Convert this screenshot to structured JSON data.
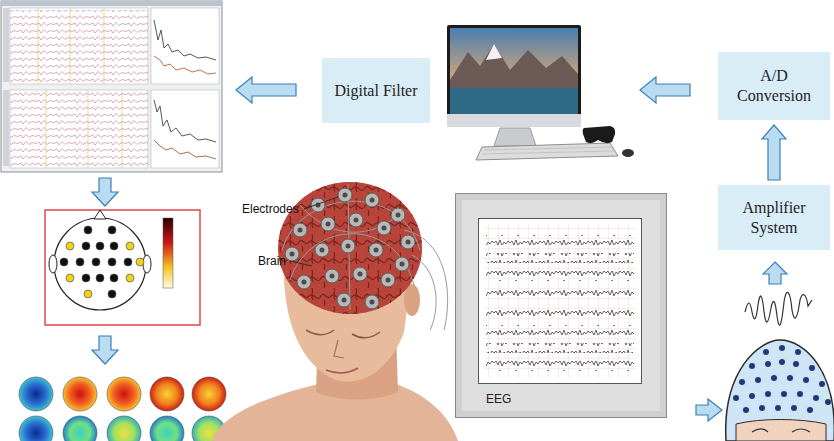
{
  "diagram": {
    "nodes": [
      {
        "text": [
          "Digital Filter"
        ]
      },
      {
        "text": [
          "A/D Conversion"
        ]
      },
      {
        "text": [
          "Amplifier System"
        ]
      },
      {
        "text": [
          "EEG"
        ]
      }
    ],
    "edges": [
      {
        "from": 2,
        "to": 1,
        "arrow": "to"
      }
    ],
    "labels": [
      "Electrodes",
      "Brain"
    ]
  }
}
